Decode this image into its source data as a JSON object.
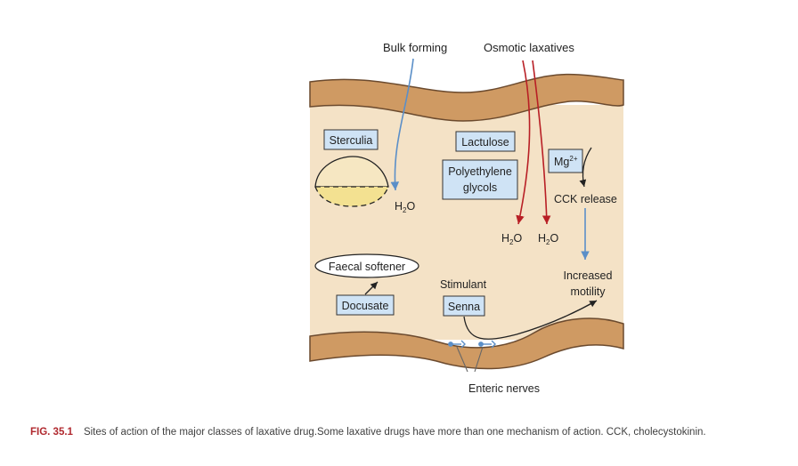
{
  "labels": {
    "bulk_forming": "Bulk forming",
    "osmotic_laxatives": "Osmotic laxatives",
    "sterculia": "Sterculia",
    "lactulose": "Lactulose",
    "polyethylene": "Polyethylene",
    "glycols": "glycols",
    "mg_base": "Mg",
    "mg_sup": "2+",
    "cck_release": "CCK release",
    "water_h": "H",
    "water_sub": "2",
    "water_o": "O",
    "faecal_softener": "Faecal softener",
    "docusate": "Docusate",
    "stimulant": "Stimulant",
    "senna": "Senna",
    "increased": "Increased",
    "motility": "motility",
    "enteric_nerves": "Enteric nerves"
  },
  "caption": {
    "figure_number": "FIG. 35.1",
    "text": "Sites of action of the major classes of laxative drug.Some laxative drugs have more than one mechanism of action. CCK, cholecystokinin."
  },
  "colors": {
    "lumen": "#f4e2c6",
    "wall": "#cf9a63",
    "wall_edge": "#6b4a2e",
    "drug_box": "#cfe3f5",
    "blue_arrow": "#5b8fc8",
    "red_arrow": "#b81f25",
    "faeces_top": "#f6e7c2",
    "faeces_bottom": "#f3e191"
  }
}
